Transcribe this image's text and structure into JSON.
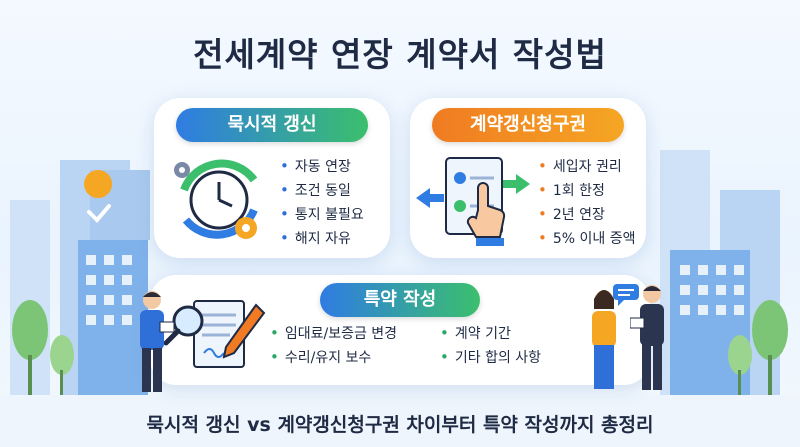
{
  "title": "전세계약 연장 계약서 작성법",
  "subtitle": "묵시적 갱신 vs 계약갱신청구권 차이부터 특약 작성까지 총정리",
  "implicit_renewal": {
    "label": "묵시적 갱신",
    "items": [
      "자동 연장",
      "조건 동일",
      "통지 불필요",
      "해지 자유"
    ]
  },
  "renewal_claim": {
    "label": "계약갱신청구권",
    "items": [
      "세입자 권리",
      "1회 한정",
      "2년 연장",
      "5% 이내 증액"
    ]
  },
  "special_terms": {
    "label": "특약 작성",
    "col1": [
      "임대료/보증금 변경",
      "수리/유지 보수"
    ],
    "col2": [
      "계약 기간",
      "기타 합의 사항"
    ]
  },
  "colors": {
    "title_text": "#1f2a44",
    "blue": "#2f7ce3",
    "green": "#3bbf6d",
    "orange": "#f07b22"
  },
  "icons": [
    "clock-cycle-icon",
    "gear-icon",
    "document-check-icon",
    "hand-pointer-icon",
    "exchange-arrows-icon",
    "contract-magnifier-icon",
    "pen-icon",
    "check-badge-icon",
    "speech-bubble-icon"
  ]
}
